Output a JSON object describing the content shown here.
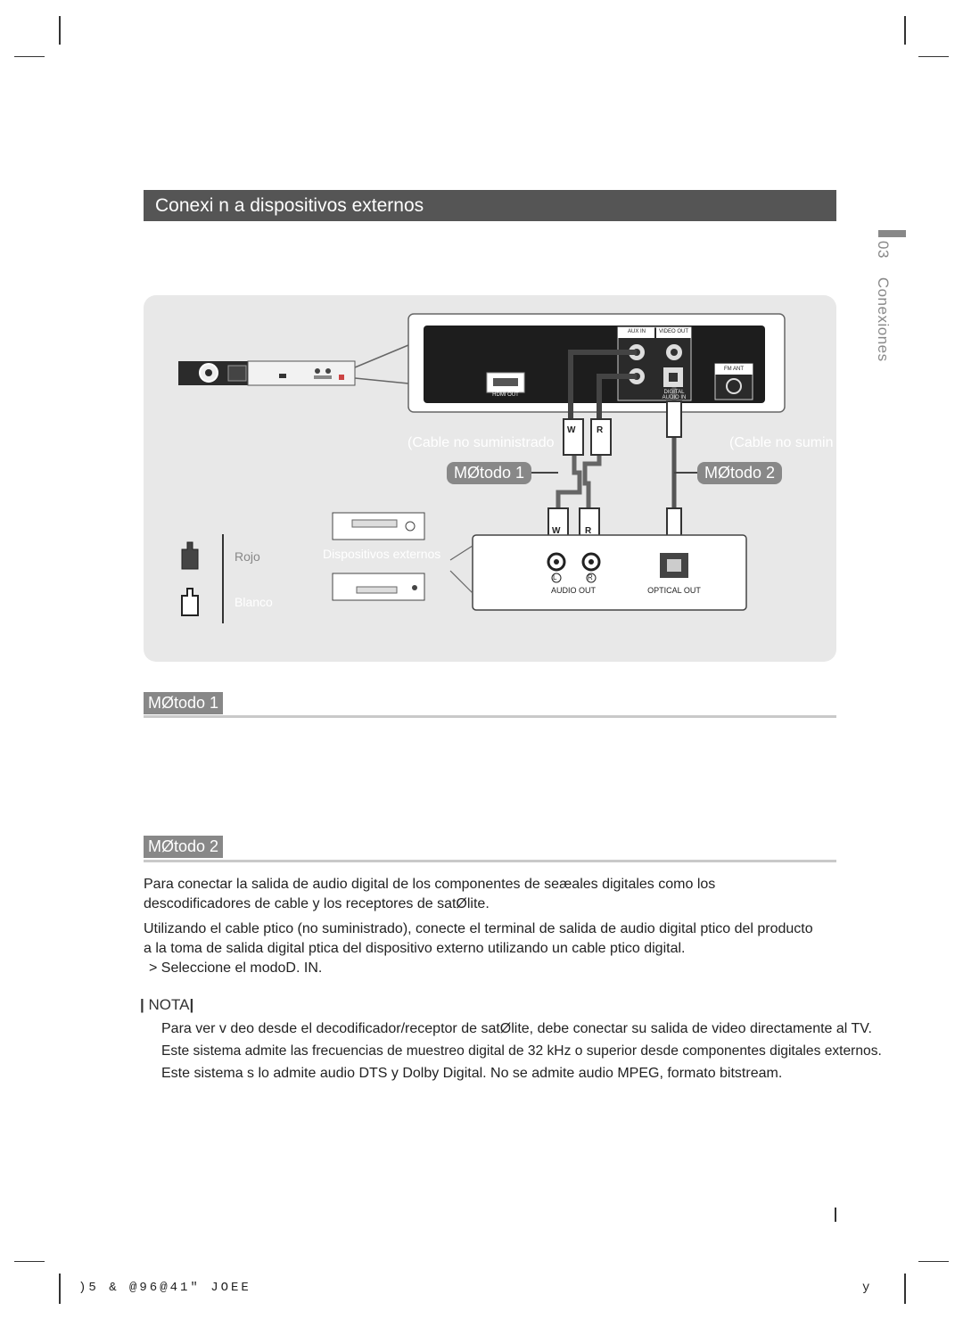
{
  "section_title": "Conexi n a dispositivos externos",
  "side_tab": {
    "number": "03",
    "label": "Conexiones"
  },
  "diagram": {
    "cable_left": "(Cable no suministrado",
    "cable_right": "(Cable no sumin",
    "method1_tag": "MØtodo 1",
    "method2_tag": "MØtodo 2",
    "legend_red": "Rojo",
    "legend_white": "Blanco",
    "external_devices": "Dispositivos externos",
    "port_hdmi": "HDMI OUT",
    "port_aux": "AUX IN",
    "port_video": "VIDEO OUT",
    "port_digital": "DIGITAL AUDIO IN",
    "port_fm": "FM ANT",
    "plug_w": "W",
    "plug_r": "R",
    "jack_l": "L",
    "jack_r": "R",
    "audio_out": "AUDIO OUT",
    "optical_out": "OPTICAL OUT"
  },
  "method1": {
    "heading": "MØtodo 1"
  },
  "method2": {
    "heading": "MØtodo 2",
    "paragraph1": "Para conectar la salida de audio digital de los componentes de seæales digitales como los descodificadores de cable y los receptores de satØlite.",
    "paragraph2": "Utilizando el cable ptico (no suministrado), conecte el terminal de salida de audio digital ptico del producto a la toma de salida digital ptica del dispositivo externo utilizando un cable ptico digital.",
    "step": "> Seleccione el modoD. IN."
  },
  "note": {
    "heading": "NOTA",
    "items": [
      "Para ver v deo desde el decodificador/receptor de satØlite, debe conectar su salida de video directamente al TV.",
      "Este sistema admite las frecuencias de muestreo digital de 32 kHz o superior desde componentes digitales externos.",
      "Este sistema s lo admite audio DTS y Dolby Digital. No se admite audio MPEG, formato bitstream."
    ]
  },
  "footer": {
    "left_code": ")5 & @96@41\" JOEE",
    "right_code": "y"
  }
}
